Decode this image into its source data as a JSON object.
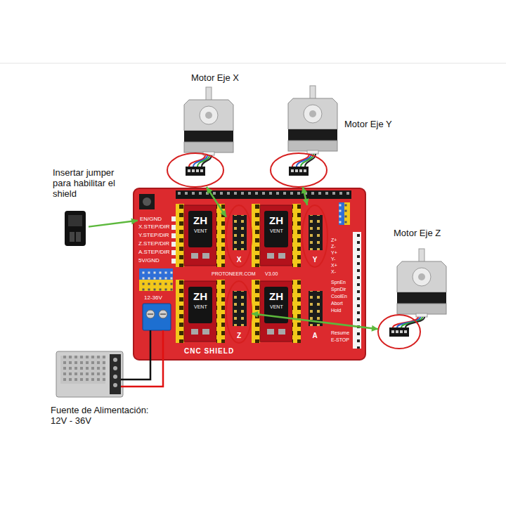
{
  "diagram": {
    "nodes": [
      {
        "text": [
          "Motor Eje X"
        ]
      },
      {
        "text": [
          "Motor Eje Y"
        ]
      },
      {
        "text": [
          "Insertar jumper para habilitar el shield"
        ]
      },
      {
        "text": [
          "CNC SHIELD"
        ]
      },
      {
        "text": [
          "EN/GND"
        ],
        "in": 3
      },
      {
        "text": [
          "X"
        ],
        "in": 3
      },
      {
        "text": [
          "Y"
        ],
        "in": 3
      },
      {
        "text": [
          "Z"
        ],
        "in": 3
      },
      {
        "text": [
          "A"
        ],
        "in": 3
      },
      {
        "text": [
          "Motor Eje Z"
        ]
      },
      {
        "text": [
          "Fuente de Alimentación: 12V - 36V"
        ]
      }
    ],
    "edges": [
      {
        "from": 0,
        "to": 5,
        "arrow": "both"
      },
      {
        "from": 1,
        "to": 6,
        "arrow": "both"
      },
      {
        "from": 2,
        "to": 4,
        "arrow": "to"
      },
      {
        "from": 7,
        "to": 9,
        "arrow": "both"
      }
    ],
    "labels": [
      "X.STEP/DIR",
      "Y.STEP/DIR",
      "Z.STEP/DIR",
      "A.STEP/DIR",
      "5V/GND",
      "ZH",
      "VENT",
      "ZH",
      "VENT",
      "ZH",
      "VENT",
      "ZH",
      "VENT",
      "PROTONEER.COM",
      "V3.00",
      "12-36V",
      "Z+",
      "Z-",
      "Y+",
      "Y-",
      "X+",
      "X-",
      "SpnEn",
      "SpnDir",
      "CoolEn",
      "Abort",
      "Hold",
      "Resume",
      "E-STOP"
    ]
  }
}
